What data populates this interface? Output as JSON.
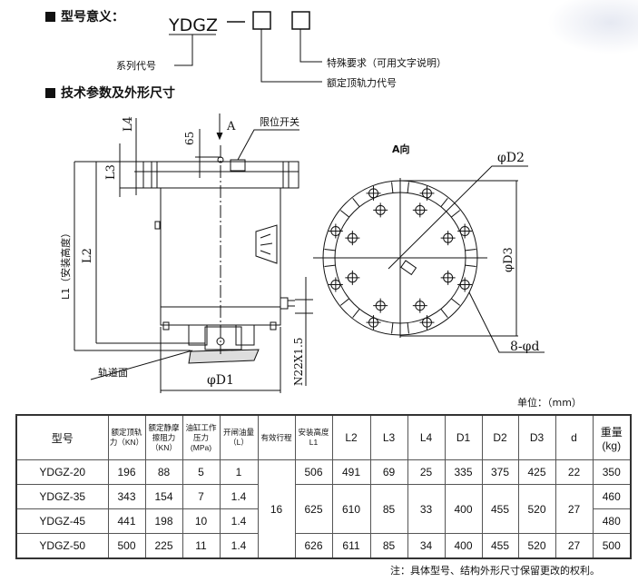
{
  "model_meaning": {
    "heading": "型号意义：",
    "code": "YDGZ",
    "dash": "—",
    "series_label": "系列代号",
    "special_label": "特殊要求（可用文字说明）",
    "force_label": "额定顶轨力代号"
  },
  "tech_heading": "技术参数及外形尺寸",
  "drawing": {
    "L1": "L1（安装高度）",
    "L2": "L2",
    "L3": "L3",
    "L4": "L4",
    "d65": "65",
    "A": "A",
    "limit_switch": "限位开关",
    "rail_surface": "轨道面",
    "D1": "φD1",
    "thread": "N22X1.5",
    "view_A": "A向",
    "D2": "φD2",
    "D3": "φD3",
    "holes": "8-φd"
  },
  "unit": "单位：（mm）",
  "table": {
    "headers": [
      "型号",
      "额定顶轨力（KN）",
      "额定静摩擦阻力（KN）",
      "油缸工作压力(MPa)",
      "开闸油量（L）",
      "有效行程",
      "安装高度 L1",
      "L2",
      "L3",
      "L4",
      "D1",
      "D2",
      "D3",
      "d",
      "重量 (kg)"
    ],
    "stroke": "16",
    "rows": [
      {
        "model": "YDGZ-20",
        "force": "196",
        "friction": "88",
        "pressure": "5",
        "oil": "1",
        "L1": "506",
        "L2": "491",
        "L3": "69",
        "L4": "25",
        "D1": "335",
        "D2": "375",
        "D3": "425",
        "d": "22",
        "weight": "350"
      },
      {
        "model": "YDGZ-35",
        "force": "343",
        "friction": "154",
        "pressure": "7",
        "oil": "1.4",
        "L1": "625",
        "L2": "610",
        "L3": "85",
        "L4": "33",
        "D1": "400",
        "D2": "455",
        "D3": "520",
        "d": "27",
        "weight": "460"
      },
      {
        "model": "YDGZ-45",
        "force": "441",
        "friction": "198",
        "pressure": "10",
        "oil": "1.4",
        "weight": "480"
      },
      {
        "model": "YDGZ-50",
        "force": "500",
        "friction": "225",
        "pressure": "11",
        "oil": "1.4",
        "L1": "626",
        "L2": "611",
        "L3": "85",
        "L4": "34",
        "D1": "400",
        "D2": "455",
        "D3": "520",
        "d": "27",
        "weight": "500"
      }
    ]
  },
  "note": "注：具体型号、结构外形尺寸保留更改的权利。"
}
